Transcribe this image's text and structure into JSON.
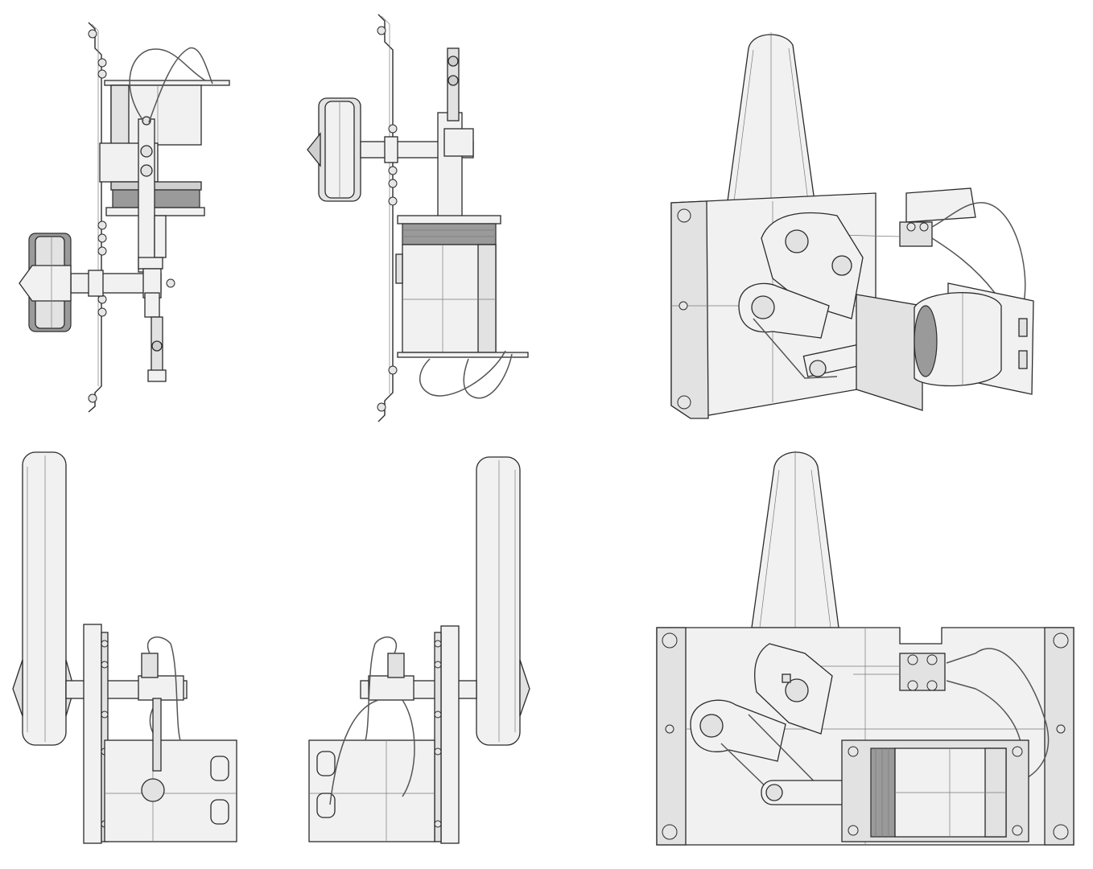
{
  "drawing": {
    "views": [
      {
        "id": "side-view-left",
        "icon": "mechanism-side-view"
      },
      {
        "id": "side-view-right",
        "icon": "mechanism-side-view-mirrored"
      },
      {
        "id": "isometric-view",
        "icon": "mechanism-isometric"
      },
      {
        "id": "front-view-left",
        "icon": "mechanism-front-view"
      },
      {
        "id": "front-view-right",
        "icon": "mechanism-rear-view"
      },
      {
        "id": "plan-view",
        "icon": "mechanism-top-view"
      }
    ],
    "colors": {
      "line": "#2b2b2b",
      "tangent": "#7a7a7a",
      "face-light": "#f1f1f1",
      "face-mid": "#e2e2e2",
      "face-dark": "#cfcfcf",
      "shadow": "#9a9a9a"
    }
  }
}
